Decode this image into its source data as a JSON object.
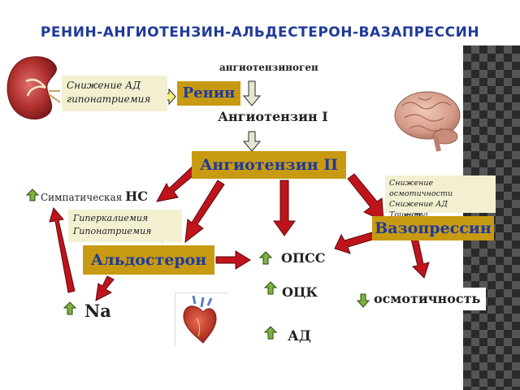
{
  "title": "РЕНИН-АНГИОТЕНЗИН-АЛЬДЕСТЕРОН-ВАЗАПРЕССИН",
  "nodes": {
    "angiotensinogen": "ангиотензиноген",
    "renin": "Ренин",
    "renin_triggers": [
      "Снижение АД",
      "гипонатриемия"
    ],
    "angiotensin1": "Ангиотензин I",
    "angiotensin2": "Ангиотензин II",
    "sympathetic_prefix": "Симпатическая ",
    "sympathetic_suffix": "НС",
    "aldosterone_triggers": [
      "Гиперкалиемия",
      "Гипонатриемия"
    ],
    "aldosterone": "Альдостерон",
    "vasopressin_triggers": [
      "Снижение осмотичности",
      "Снижение АД",
      "Тошнота"
    ],
    "vasopressin": "Вазопрессин",
    "opss": "ОПСС",
    "ock": "ОЦК",
    "ad": "АД",
    "na": "Na",
    "osmoticity": "осмотичность"
  },
  "colors": {
    "title": "#1f3a9a",
    "box_fill": "#c89a12",
    "box_text": "#1f3a9a",
    "trigger_bg": "#f3f0d2",
    "red_arrow": "#c0141c",
    "green_arrow": "#7cb342"
  },
  "images": [
    "kidney-image",
    "brain-image",
    "heart-image"
  ]
}
